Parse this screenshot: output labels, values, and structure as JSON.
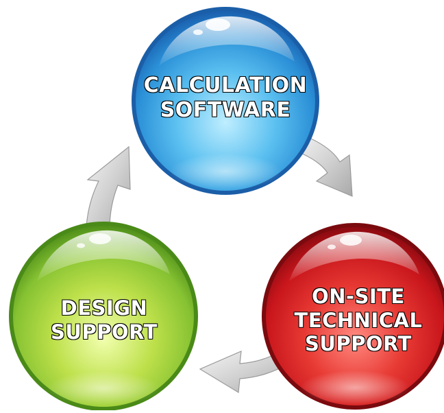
{
  "diagram": {
    "nodes": [
      {
        "id": "calculation-software",
        "lines": [
          "CALCULATION",
          "SOFTWARE"
        ],
        "color": "#2f8fd8"
      },
      {
        "id": "on-site-technical-support",
        "lines": [
          "ON-SITE",
          "TECHNICAL",
          "SUPPORT"
        ],
        "color": "#d62020"
      },
      {
        "id": "design-support",
        "lines": [
          "DESIGN",
          "SUPPORT"
        ],
        "color": "#8cc63f"
      }
    ],
    "arrow_color": "#c8c8c8",
    "flow": [
      "calculation-software",
      "on-site-technical-support",
      "design-support",
      "calculation-software"
    ]
  }
}
